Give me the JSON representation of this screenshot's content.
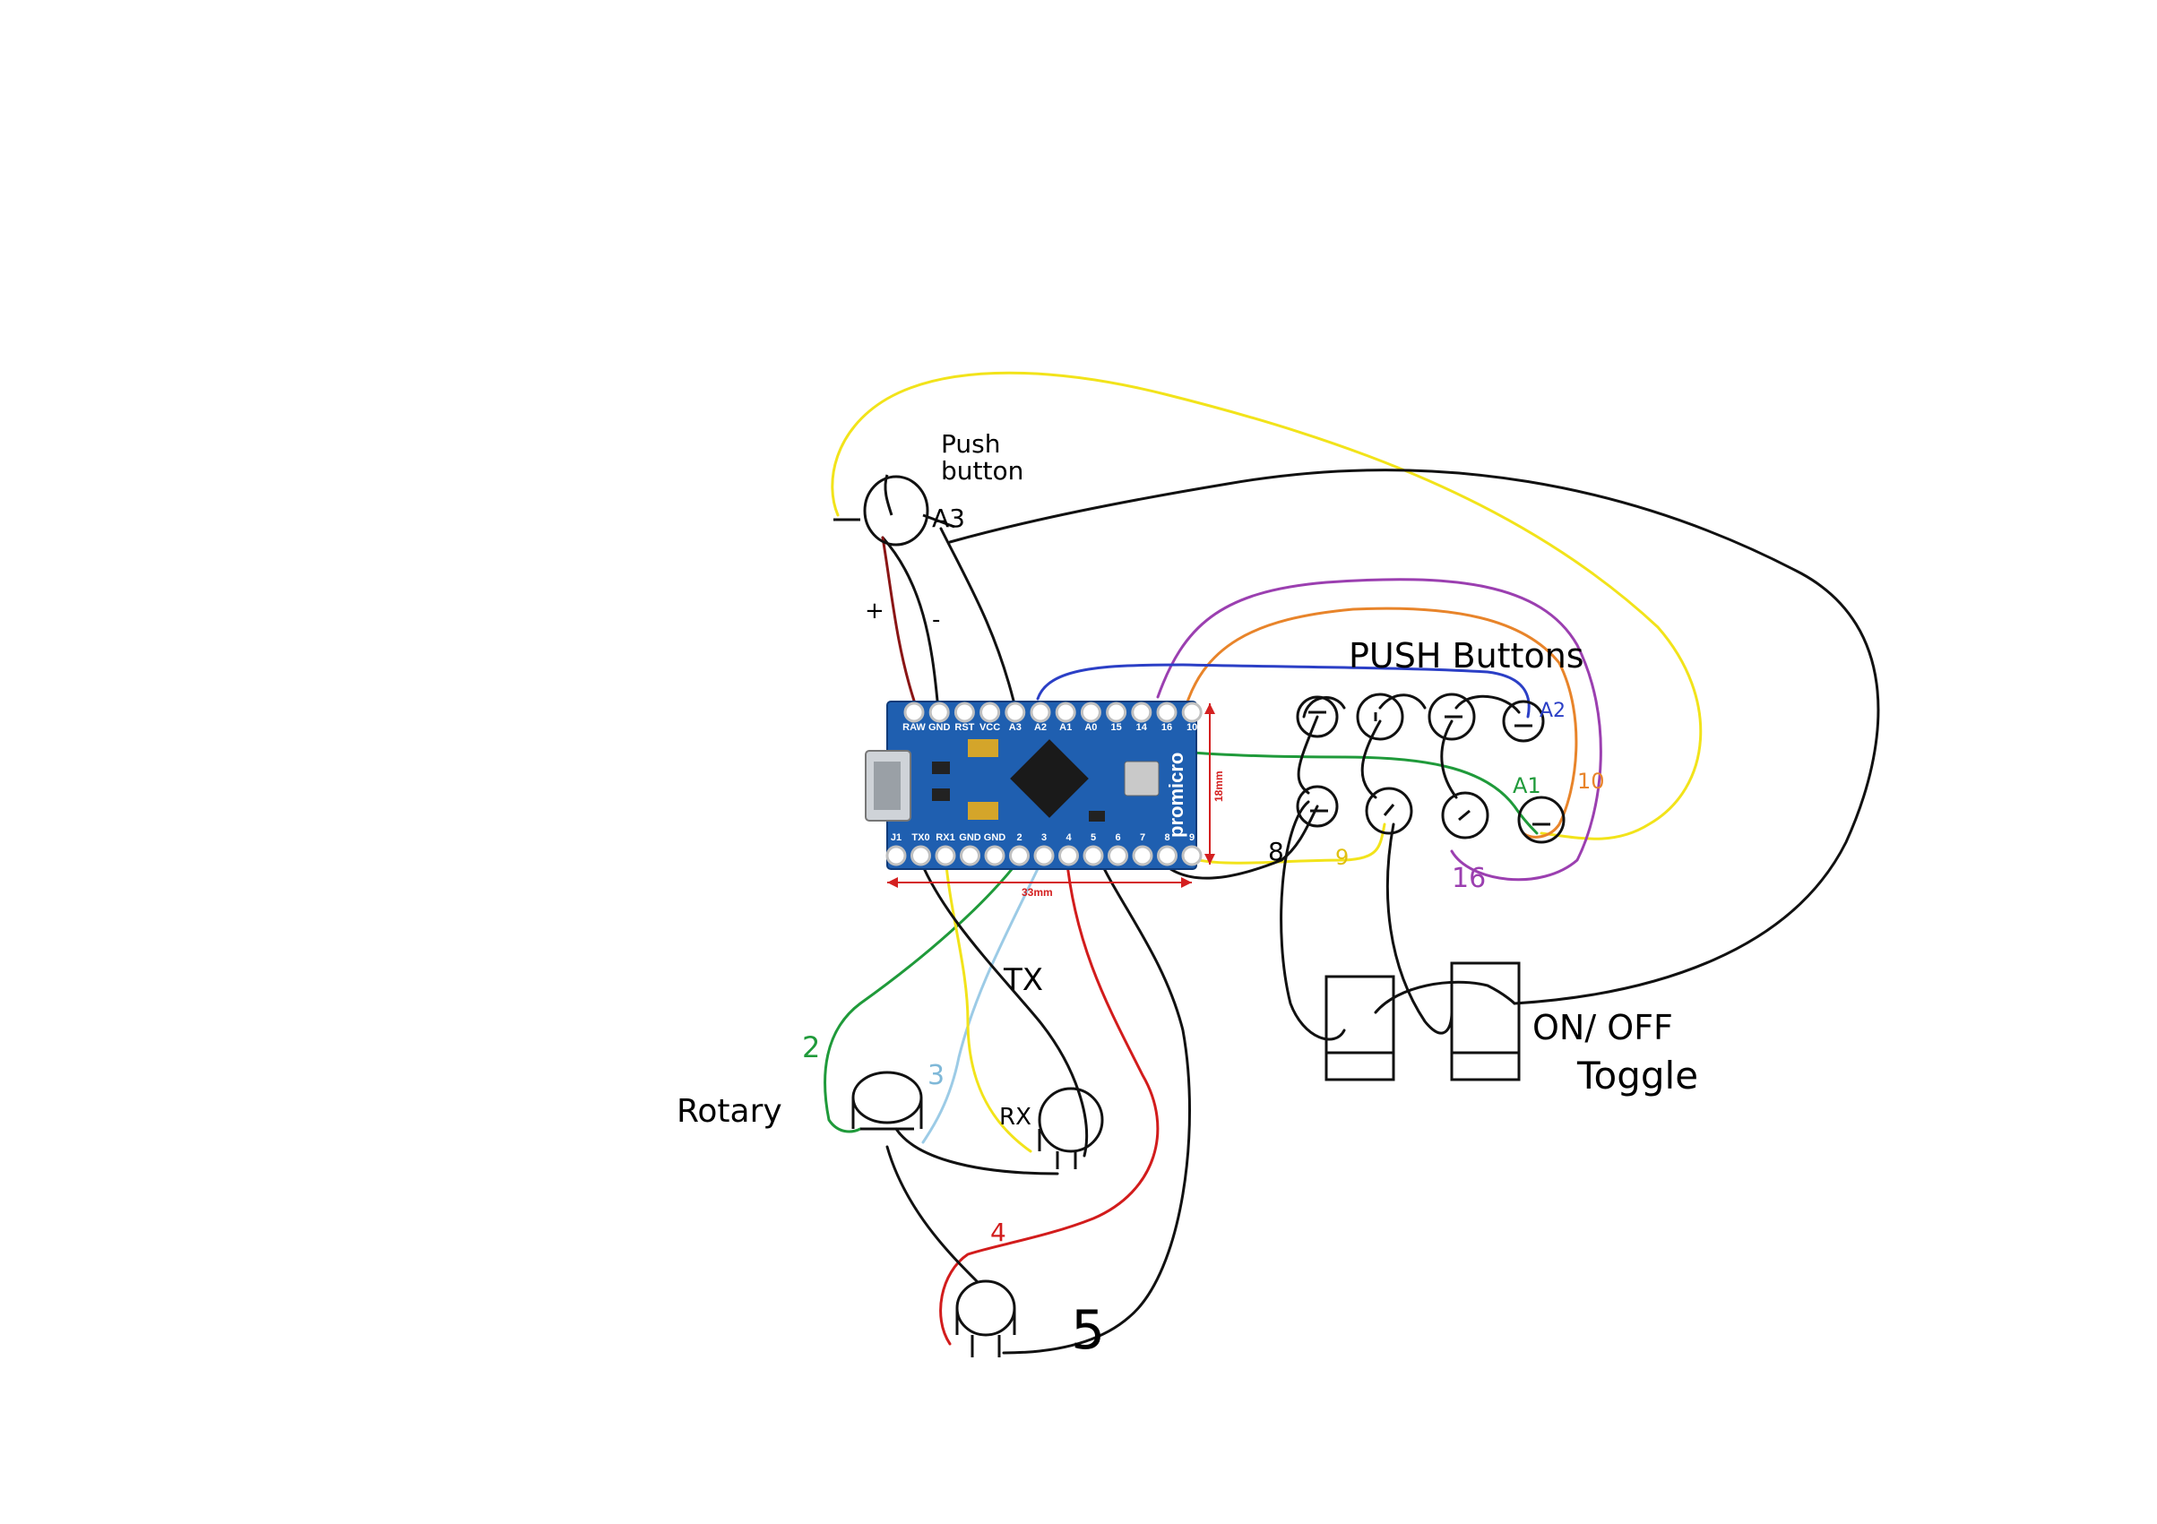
{
  "labels": {
    "top_push_button": [
      "Push",
      "button"
    ],
    "top_button_pin": "A3",
    "plus": "+",
    "minus": "-",
    "push_buttons_title": "PUSH Buttons",
    "a2": "A2",
    "a1": "A1",
    "ten": "10",
    "nine": "9",
    "eight": "8",
    "sixteen": "16",
    "rotary": "Rotary",
    "tx": "TX",
    "rx": "RX",
    "two": "2",
    "three": "3",
    "four": "4",
    "five": "5",
    "on_off": "ON/ OFF",
    "toggle": "Toggle"
  },
  "board": {
    "name": "promicro",
    "width_label": "33mm",
    "height_label": "18mm",
    "top_pins": [
      "RAW",
      "GND",
      "RST",
      "VCC",
      "A3",
      "A2",
      "A1",
      "A0",
      "15",
      "14",
      "16",
      "10"
    ],
    "bottom_pins": [
      "J1",
      "TX0",
      "RX1",
      "GND",
      "GND",
      "2",
      "3",
      "4",
      "5",
      "6",
      "7",
      "8",
      "9"
    ],
    "color": "#1f5fb0"
  },
  "wire_colors": {
    "black": "#111111",
    "yellow": "#f2e31a",
    "purple": "#9b3fb0",
    "orange": "#e8842a",
    "blue": "#2b3fc6",
    "green": "#1f9a3a",
    "red": "#d21c1c",
    "dark_red": "#8a1515",
    "light_blue": "#9ccbe6"
  }
}
